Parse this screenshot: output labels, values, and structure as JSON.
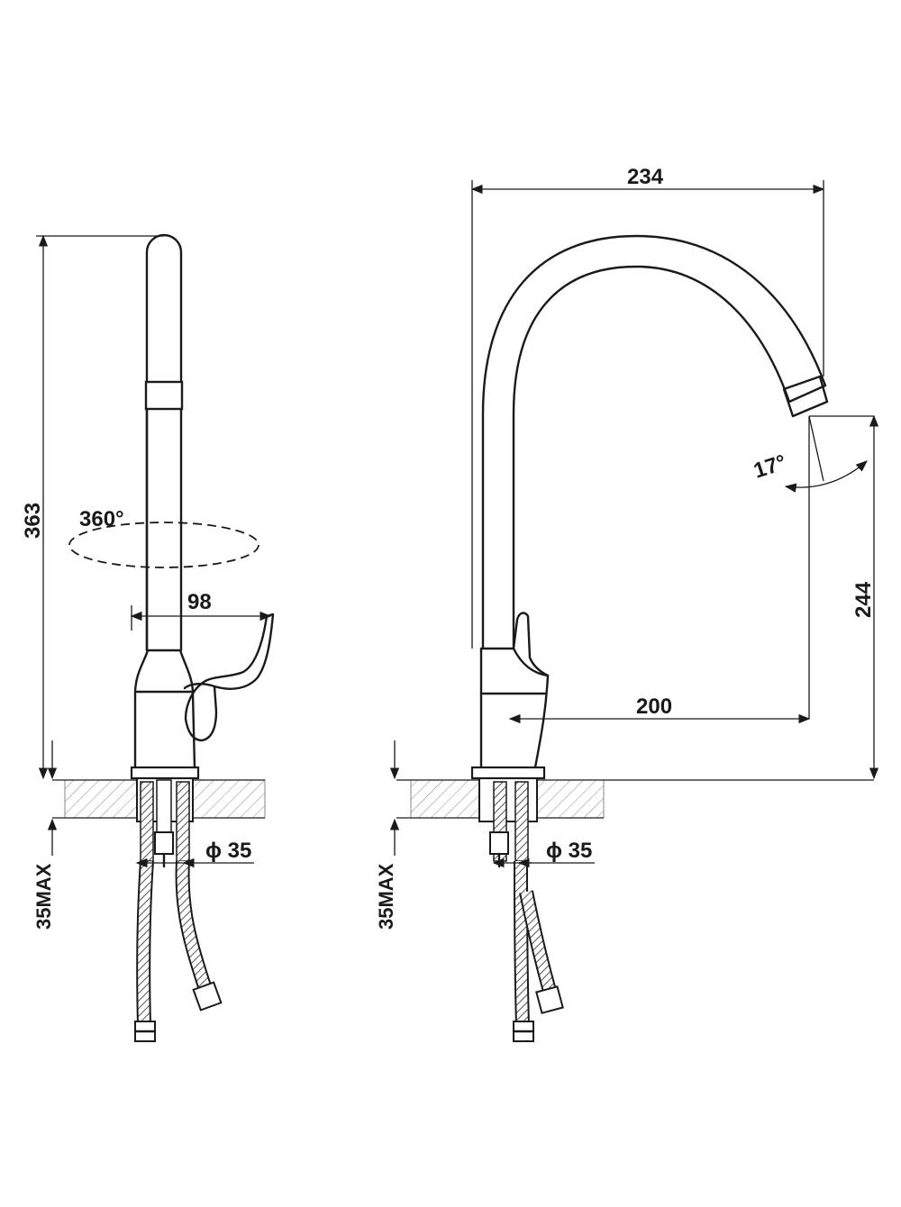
{
  "dimensions": {
    "height_total": "363",
    "rotation": "360°",
    "handle_reach": "98",
    "spout_width": "234",
    "spout_angle": "17°",
    "spout_height": "244",
    "spout_reach": "200",
    "hole_diameter_left": "ϕ 35",
    "hole_diameter_right": "ϕ 35",
    "deck_thickness_left": "35MAX",
    "deck_thickness_right": "35MAX"
  },
  "colors": {
    "line": "#1a1a1a",
    "hatch": "#8a8a8a",
    "background": "#ffffff"
  }
}
